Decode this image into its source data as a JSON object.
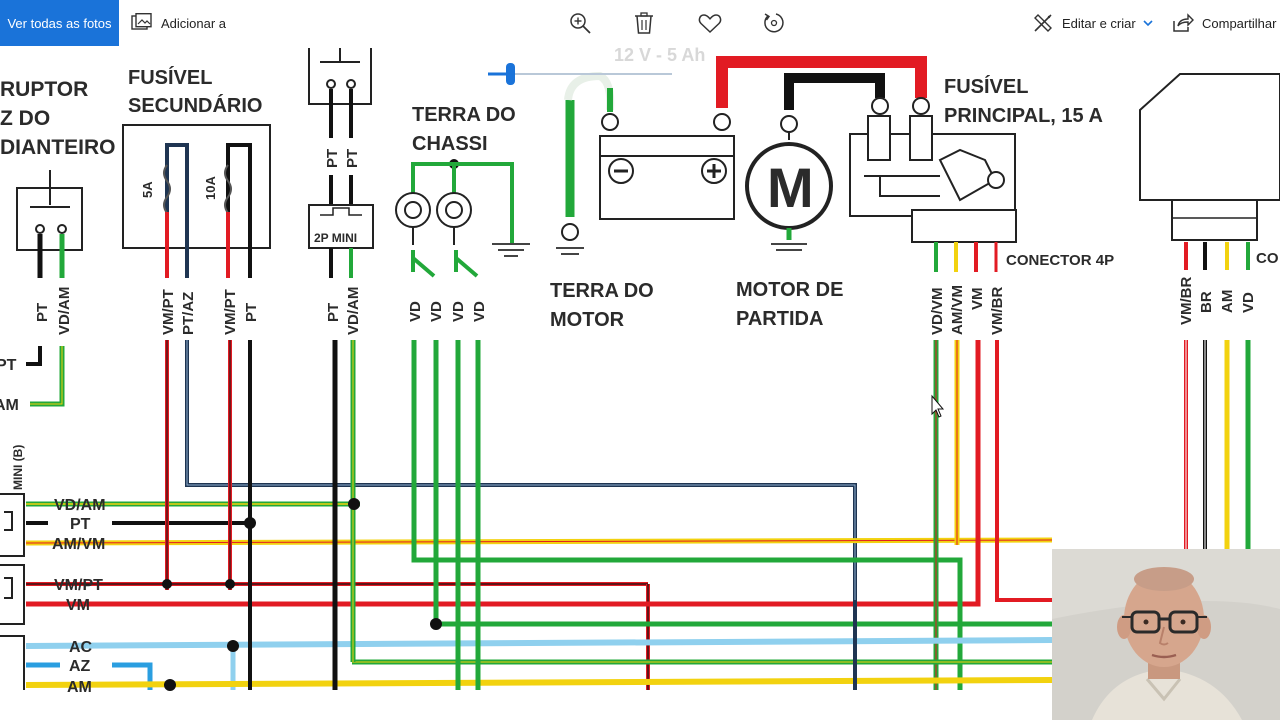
{
  "toolbar": {
    "view_all_label": "Ver todas as fotos",
    "add_to_label": "Adicionar a",
    "edit_create_label": "Editar e criar",
    "share_label": "Compartilhar"
  },
  "diagram": {
    "labels": {
      "interruptor_l1": "RUPTOR",
      "interruptor_l2": "Z DO",
      "interruptor_l3": "DIANTEIRO",
      "fusivel_sec_l1": "FUSÍVEL",
      "fusivel_sec_l2": "SECUNDÁRIO",
      "fuse_5a": "5A",
      "fuse_10a": "10A",
      "mini_2p": "2P MINI",
      "terra_chassi_l1": "TERRA DO",
      "terra_chassi_l2": "CHASSI",
      "battery_rating": "12 V - 5 Ah",
      "terra_motor_l1": "TERRA DO",
      "terra_motor_l2": "MOTOR",
      "motor_symbol": "M",
      "motor_partida_l1": "MOTOR DE",
      "motor_partida_l2": "PARTIDA",
      "fusivel_pri_l1": "FUSÍVEL",
      "fusivel_pri_l2": "PRINCIPAL, 15 A",
      "conector_4p": "CONECTOR 4P",
      "conector_cut": "CO",
      "left_pt": "PT",
      "left_am": "AM",
      "mini_b": "MINI (B)"
    },
    "wire_labels_col1": [
      "PT",
      "VD/AM"
    ],
    "wire_labels_col2": [
      "VM/PT",
      "PT/AZ",
      "VM/PT",
      "PT"
    ],
    "wire_labels_col3": [
      "PT",
      "VD/AM"
    ],
    "wire_labels_col3_top": [
      "PT",
      "PT"
    ],
    "wire_labels_col4": [
      "VD",
      "VD",
      "VD",
      "VD"
    ],
    "wire_labels_col5": [
      "VD/VM",
      "AM/VM",
      "VM",
      "VM/BR"
    ],
    "wire_labels_col6": [
      "VM/BR",
      "BR",
      "AM",
      "VD"
    ],
    "bus_labels": [
      "VD/AM",
      "PT",
      "AM/VM",
      "VM/PT",
      "VM",
      "AC",
      "AZ",
      "AM"
    ]
  },
  "colors": {
    "green": "#22a83a",
    "red": "#e21b23",
    "black": "#111111",
    "yellow": "#f2d20f",
    "navy": "#1f3552",
    "light_blue": "#8fd0ee",
    "blue": "#2a9ee0",
    "toolbar_accent": "#1a73d9"
  }
}
